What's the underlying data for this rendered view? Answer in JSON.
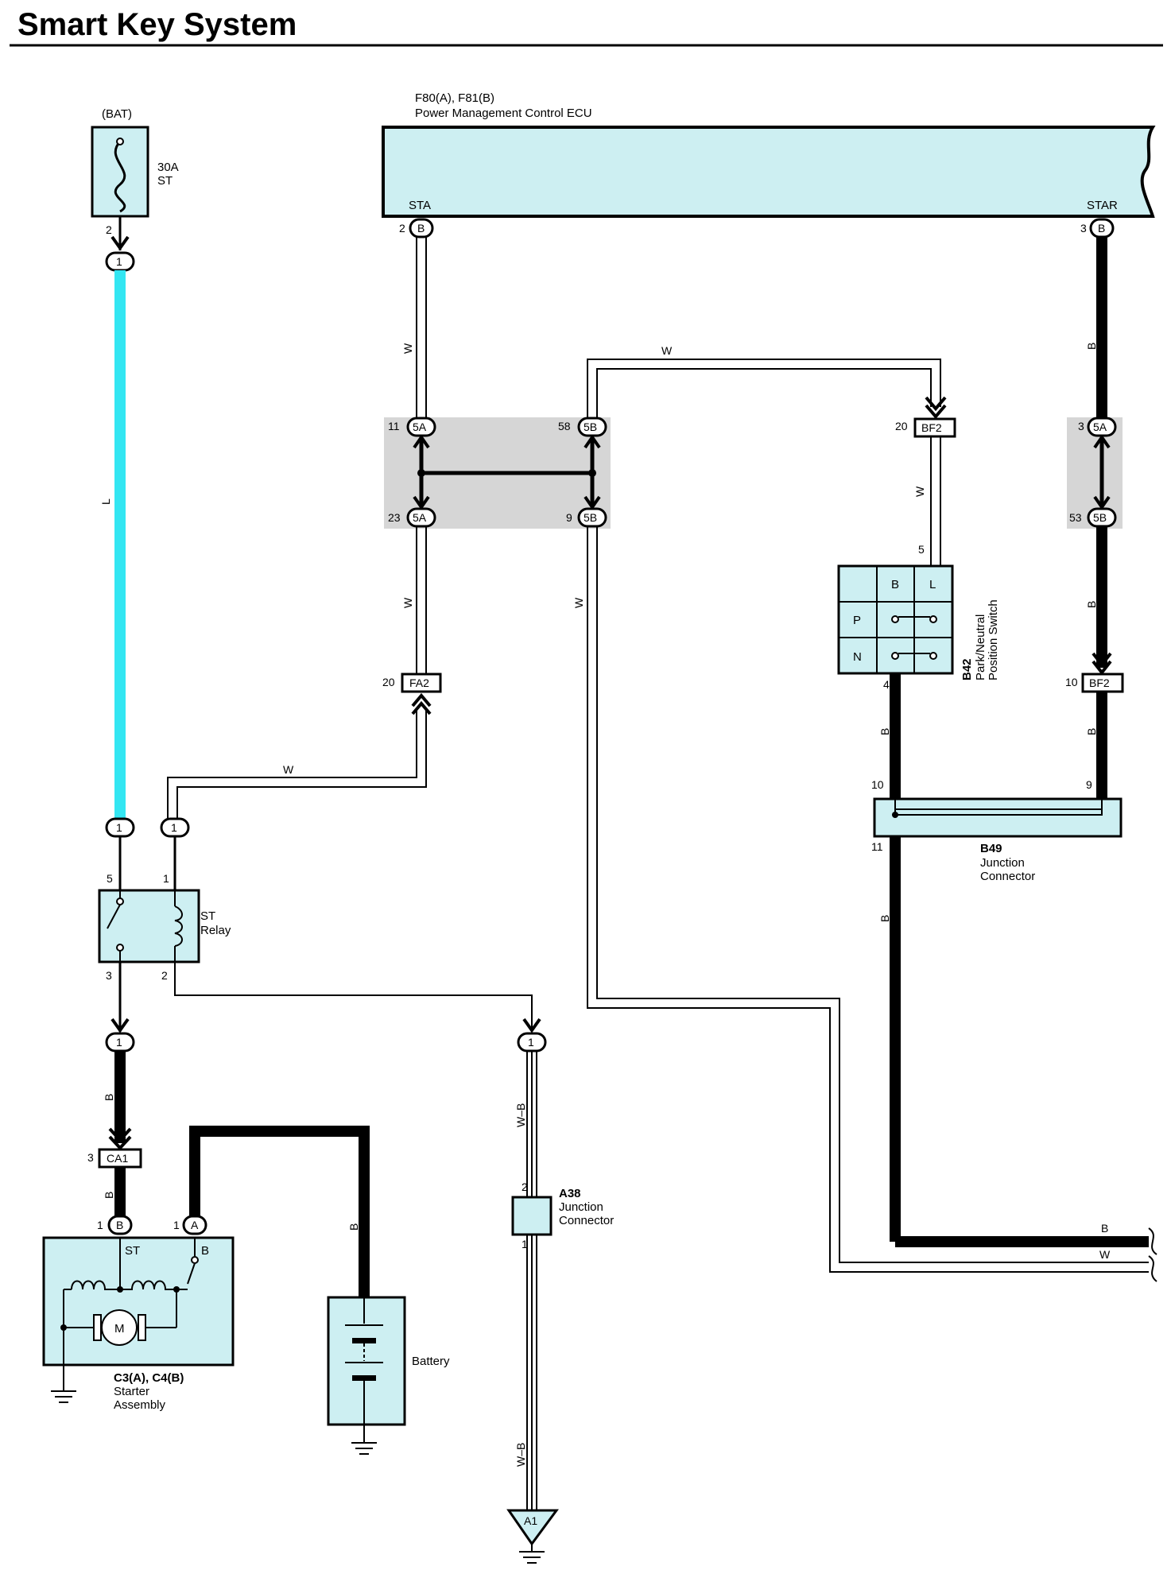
{
  "title": "Smart Key System",
  "colors": {
    "component_fill": "#cdeff2",
    "wire_blue": "#33e6f2",
    "junction_gray": "#d6d6d6"
  },
  "fuse": {
    "source": "(BAT)",
    "rating": "30A",
    "name": "ST",
    "pin": "2",
    "connector": "1"
  },
  "ecu": {
    "connectors": "F80(A), F81(B)",
    "name": "Power Management Control ECU",
    "terminal_sta": "STA",
    "terminal_star": "STAR",
    "pin_sta": "2",
    "pin_sta_conn": "B",
    "pin_star": "3",
    "pin_star_conn": "B"
  },
  "wire_colors": {
    "w": "W",
    "b": "B",
    "l": "L",
    "wb": "W–B"
  },
  "junction_left": {
    "pin11": "11",
    "c11": "5A",
    "pin58": "58",
    "c58": "5B",
    "pin23": "23",
    "c23": "5A",
    "pin9": "9",
    "c9": "5B"
  },
  "junction_right": {
    "pin3": "3",
    "c3": "5A",
    "pin53": "53",
    "c53": "5B"
  },
  "connectors": {
    "bf2_top_pin": "20",
    "bf2_top": "BF2",
    "fa2_pin": "20",
    "fa2": "FA2",
    "bf2_bottom_pin": "10",
    "bf2_bottom": "BF2",
    "ca1_pin": "3",
    "ca1": "CA1"
  },
  "pn_switch": {
    "id": "B42",
    "name_line1": "Park/Neutral",
    "name_line2": "Position Switch",
    "col_b": "B",
    "col_l": "L",
    "row_p": "P",
    "row_n": "N",
    "pin_top": "5",
    "pin_bottom": "4"
  },
  "b49": {
    "id": "B49",
    "name_line1": "Junction",
    "name_line2": "Connector",
    "pin10": "10",
    "pin9": "9",
    "pin11": "11"
  },
  "st_relay": {
    "name_line1": "ST",
    "name_line2": "Relay",
    "pin5": "5",
    "pin1": "1",
    "pin3": "3",
    "pin2": "2",
    "conn_in_left": "1",
    "conn_in_right": "1",
    "conn_out_left": "1",
    "conn_out_right": "1"
  },
  "starter": {
    "connectors": "C3(A), C4(B)",
    "name_line1": "Starter",
    "name_line2": "Assembly",
    "pin_st": "1",
    "pin_st_conn": "B",
    "pin_b": "1",
    "pin_b_conn": "A",
    "label_st": "ST",
    "label_b": "B",
    "motor": "M"
  },
  "battery": {
    "name": "Battery"
  },
  "a38": {
    "id": "A38",
    "name_line1": "Junction",
    "name_line2": "Connector",
    "pin2": "2",
    "pin1": "1"
  },
  "ground_a1": {
    "label": "A1"
  }
}
